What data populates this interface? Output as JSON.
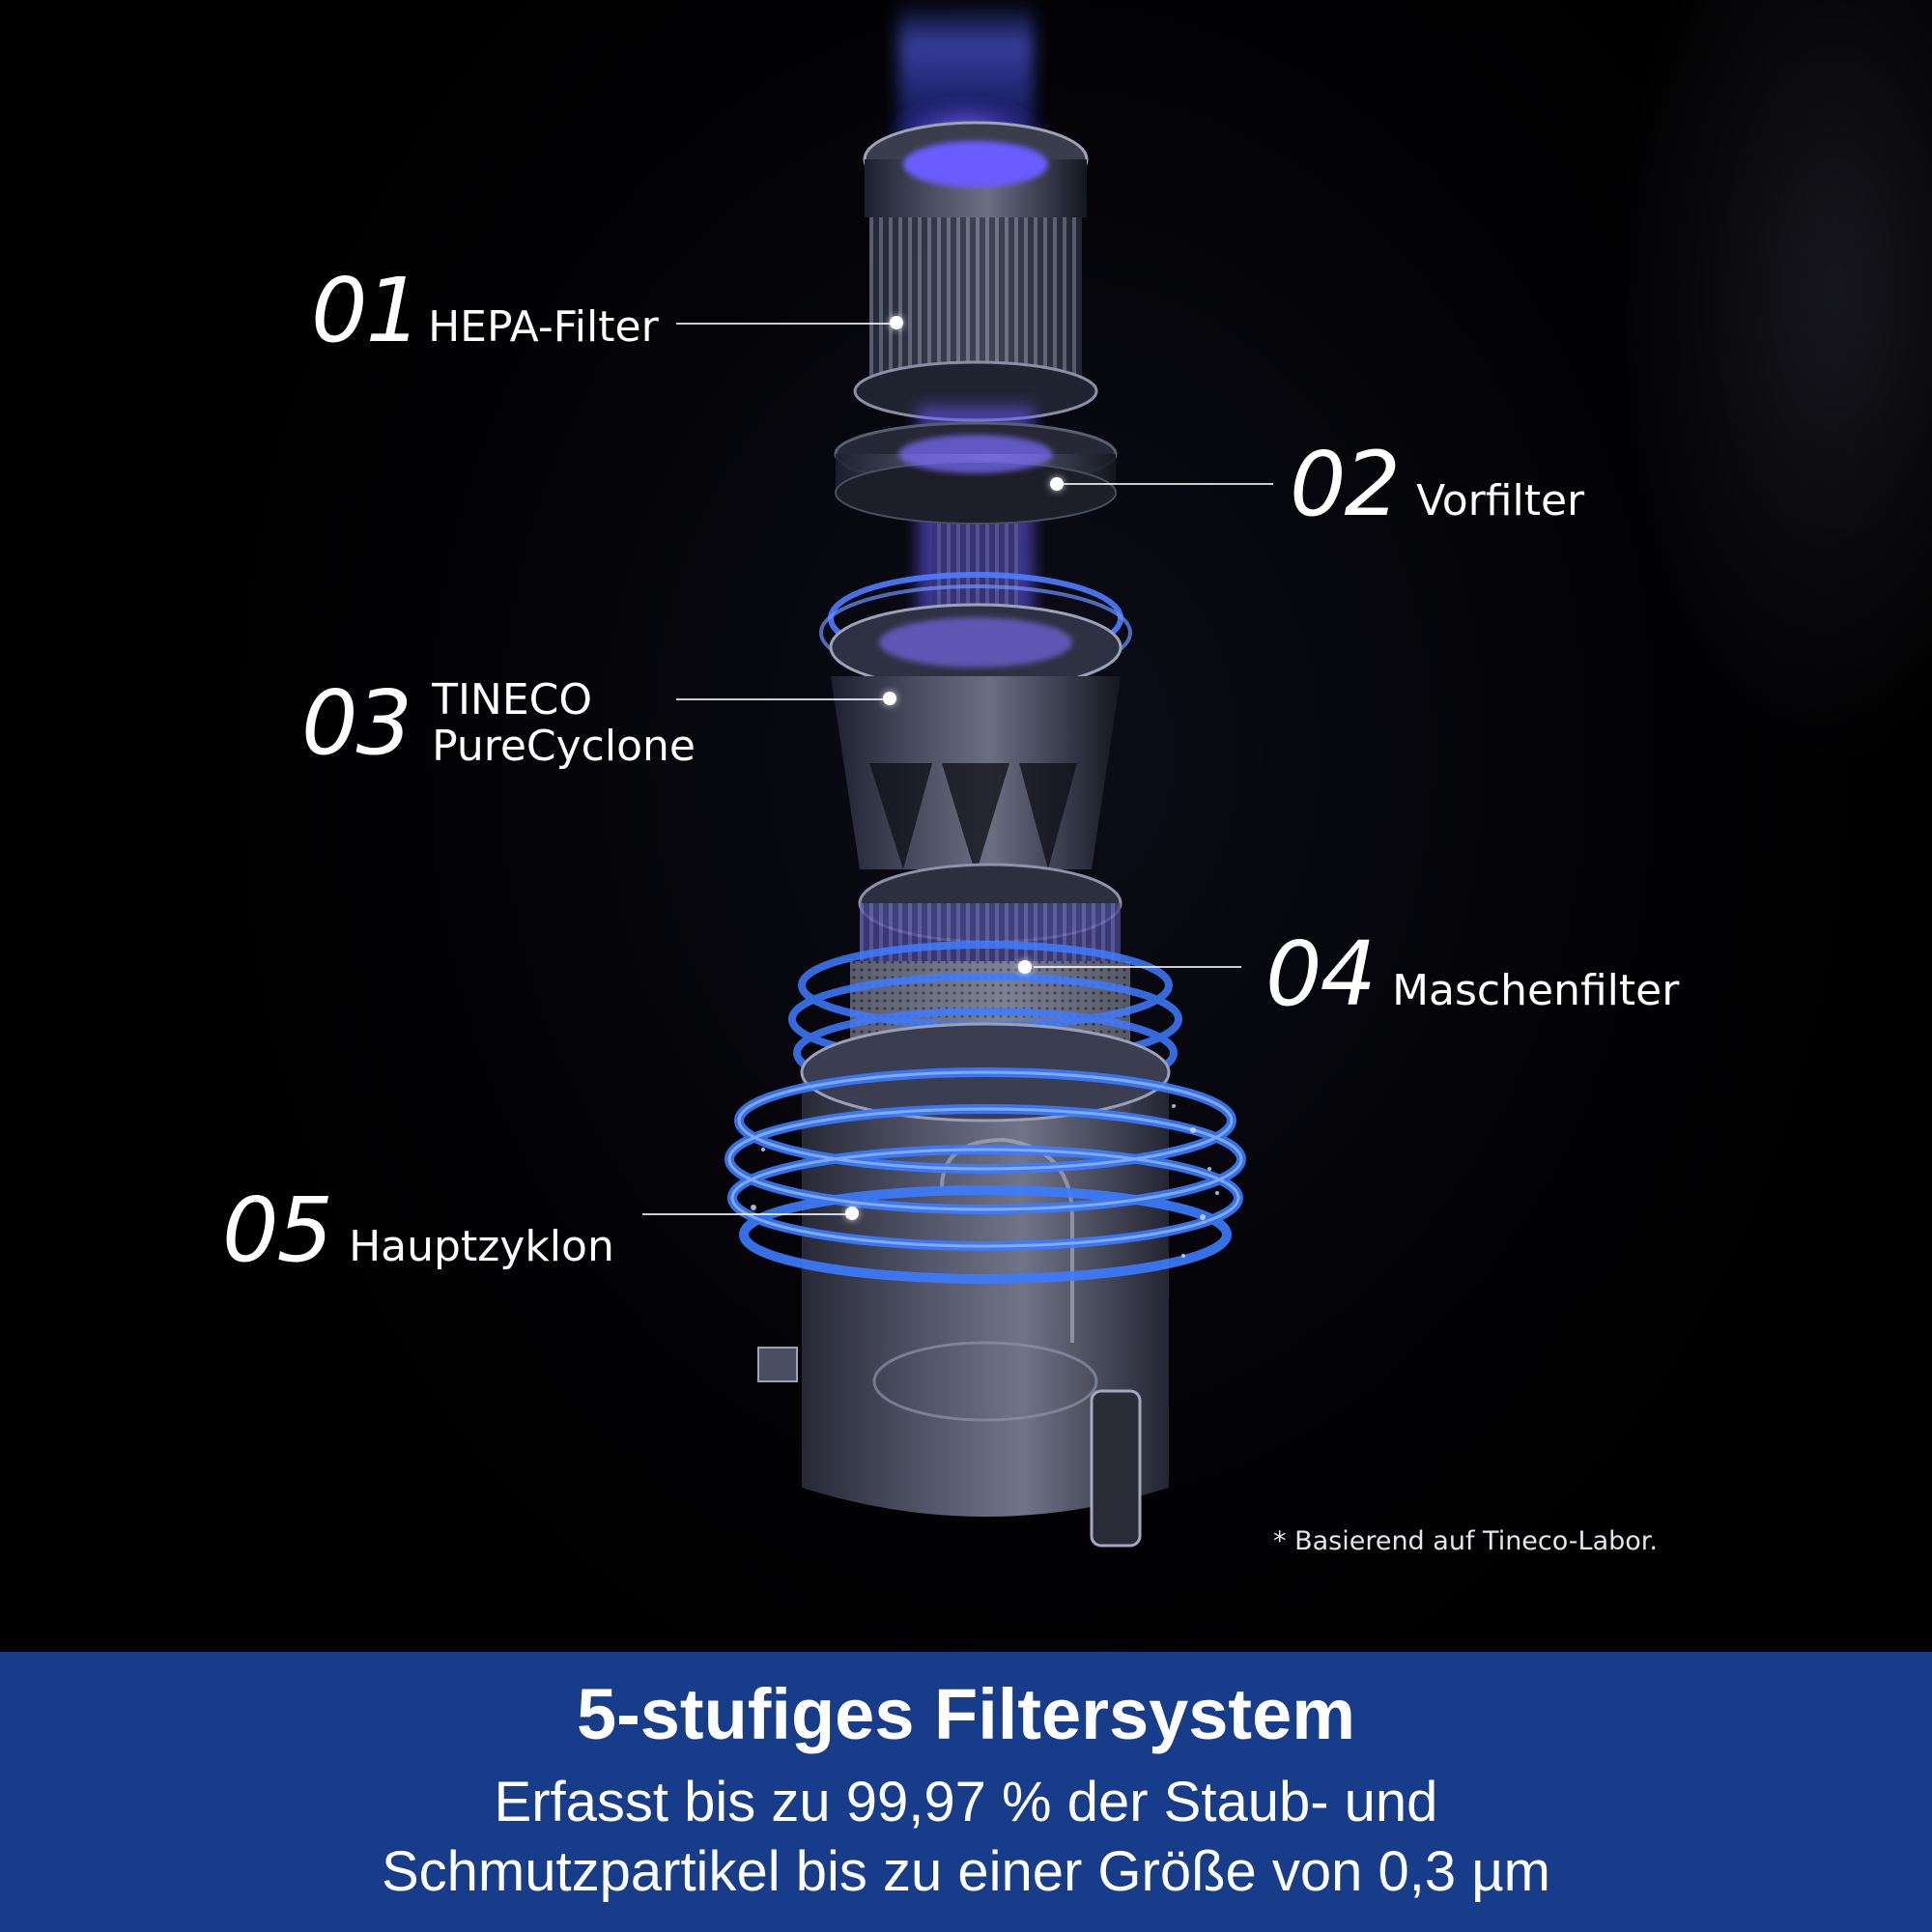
{
  "callouts": [
    {
      "number": "01",
      "label": "HEPA-Filter"
    },
    {
      "number": "02",
      "label": "Vorfilter"
    },
    {
      "number": "03",
      "label_lines": [
        "TINECO",
        "PureCyclone"
      ]
    },
    {
      "number": "04",
      "label": "Maschenfilter"
    },
    {
      "number": "05",
      "label": "Hauptzyklon"
    }
  ],
  "disclaimer": "* Basierend auf Tineco-Labor.",
  "banner": {
    "title": "5-stufiges Filtersystem",
    "line1": "Erfasst bis zu 99,97 % der Staub- und",
    "line2": "Schmutzpartikel bis zu einer Größe von 0,3 µm"
  },
  "colors": {
    "banner_background": "#163c8a",
    "glow_blue": "#3a6bff",
    "glow_violet": "#7a5cff",
    "background": "#020204"
  }
}
